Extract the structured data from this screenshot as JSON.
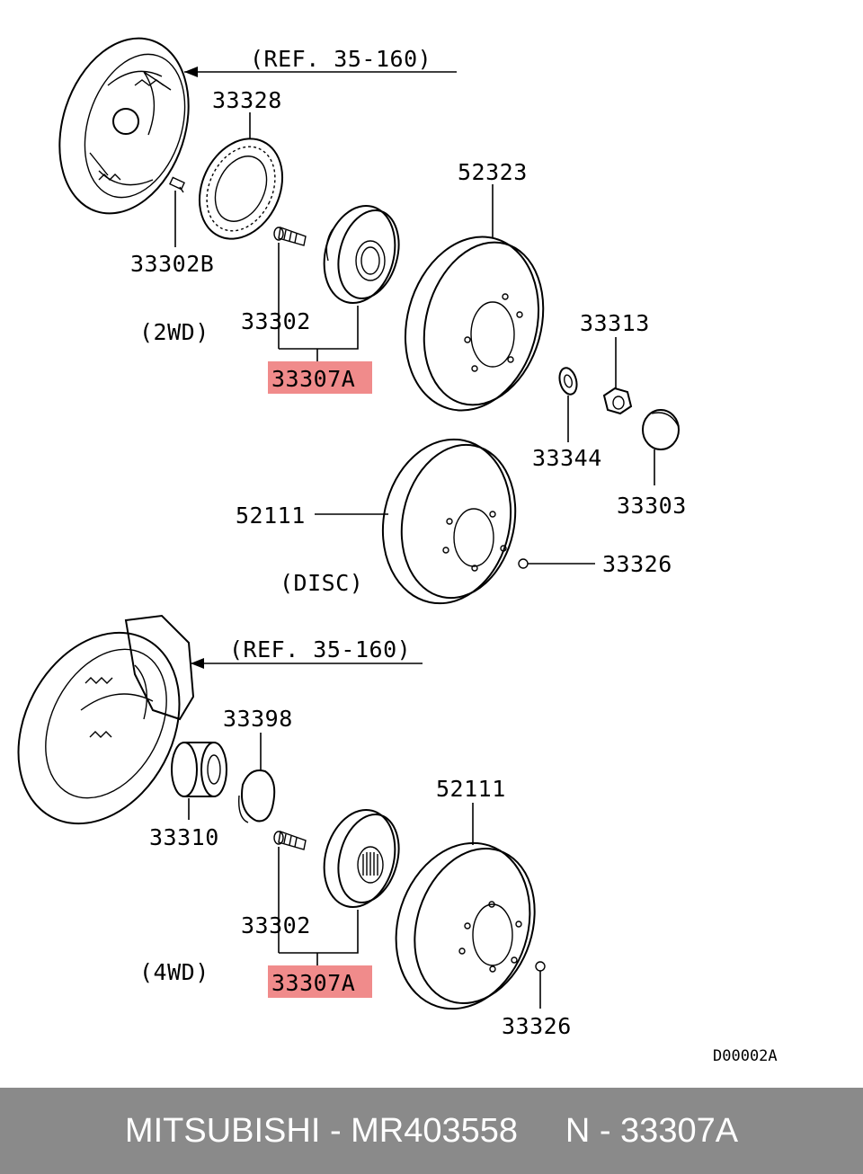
{
  "labels": {
    "ref_top": "(REF. 35-160)",
    "ref_bottom": "(REF. 35-160)",
    "p33328": "33328",
    "p33302B": "33302B",
    "p52323": "52323",
    "p33302_top": "33302",
    "wd2": "(2WD)",
    "p33307A_top": "33307A",
    "p33313": "33313",
    "p33344": "33344",
    "p33303": "33303",
    "p52111_mid": "52111",
    "disc": "(DISC)",
    "p33326_mid": "33326",
    "p33398": "33398",
    "p33310": "33310",
    "p52111_bottom": "52111",
    "p33302_bottom": "33302",
    "wd4": "(4WD)",
    "p33307A_bottom": "33307A",
    "p33326_bottom": "33326",
    "diagram_code": "D00002A"
  },
  "colors": {
    "highlight": "#f08b8b",
    "footer_bg": "#8a8a8a",
    "footer_text": "#ffffff"
  },
  "footer": {
    "text": "MITSUBISHI - MR403558     N - 33307A"
  }
}
